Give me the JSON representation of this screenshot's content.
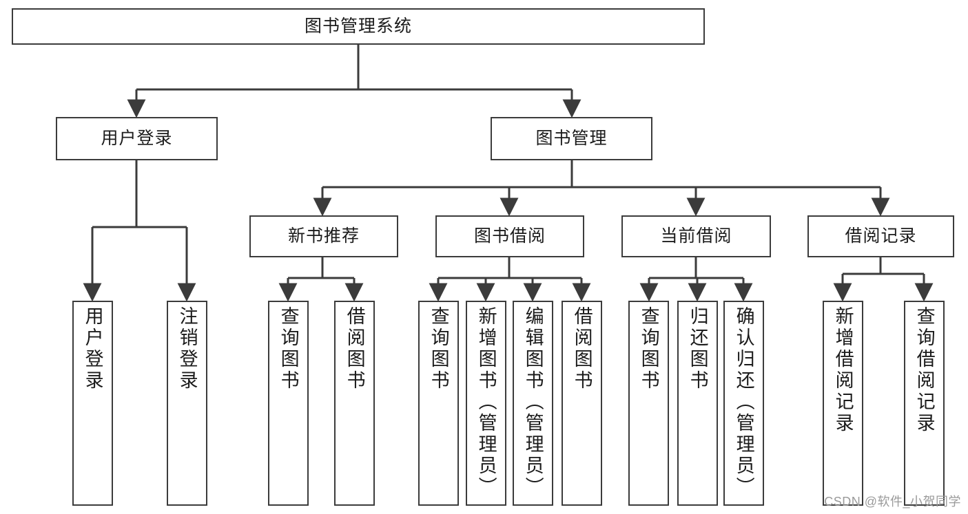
{
  "diagram": {
    "type": "tree-hierarchy-chart",
    "title": "图书管理系统",
    "stroke_color": "#3b3b3b",
    "fill_color": "#ffffff",
    "text_color": "#1b1b1b",
    "levels": [
      {
        "level": 1,
        "nodes": [
          {
            "id": "root",
            "label": "图书管理系统",
            "orientation": "horizontal"
          }
        ]
      },
      {
        "level": 2,
        "nodes": [
          {
            "id": "login",
            "label": "用户登录",
            "orientation": "horizontal",
            "parent": "root"
          },
          {
            "id": "bookmgmt",
            "label": "图书管理",
            "orientation": "horizontal",
            "parent": "root"
          }
        ]
      },
      {
        "level": 3,
        "nodes": [
          {
            "id": "newbook",
            "label": "新书推荐",
            "orientation": "horizontal",
            "parent": "bookmgmt"
          },
          {
            "id": "borrow",
            "label": "图书借阅",
            "orientation": "horizontal",
            "parent": "bookmgmt"
          },
          {
            "id": "current",
            "label": "当前借阅",
            "orientation": "horizontal",
            "parent": "bookmgmt"
          },
          {
            "id": "record",
            "label": "借阅记录",
            "orientation": "horizontal",
            "parent": "bookmgmt"
          }
        ]
      },
      {
        "level": 4,
        "nodes": [
          {
            "id": "leaf-user-login",
            "label": "用户登录",
            "orientation": "vertical",
            "parent": "login"
          },
          {
            "id": "leaf-user-logout",
            "label": "注销登录",
            "orientation": "vertical",
            "parent": "login"
          },
          {
            "id": "leaf-new-query",
            "label": "查询图书",
            "orientation": "vertical",
            "parent": "newbook"
          },
          {
            "id": "leaf-new-borrow",
            "label": "借阅图书",
            "orientation": "vertical",
            "parent": "newbook"
          },
          {
            "id": "leaf-borrow-query",
            "label": "查询图书",
            "orientation": "vertical",
            "parent": "borrow"
          },
          {
            "id": "leaf-borrow-add",
            "label": "新增图书（管理员）",
            "orientation": "vertical",
            "parent": "borrow"
          },
          {
            "id": "leaf-borrow-edit",
            "label": "编辑图书（管理员）",
            "orientation": "vertical",
            "parent": "borrow"
          },
          {
            "id": "leaf-borrow-lend",
            "label": "借阅图书",
            "orientation": "vertical",
            "parent": "borrow"
          },
          {
            "id": "leaf-cur-query",
            "label": "查询图书",
            "orientation": "vertical",
            "parent": "current"
          },
          {
            "id": "leaf-cur-return",
            "label": "归还图书",
            "orientation": "vertical",
            "parent": "current"
          },
          {
            "id": "leaf-cur-confirm",
            "label": "确认归还（管理员）",
            "orientation": "vertical",
            "parent": "current"
          },
          {
            "id": "leaf-rec-add",
            "label": "新增借阅记录",
            "orientation": "vertical",
            "parent": "record"
          },
          {
            "id": "leaf-rec-query",
            "label": "查询借阅记录",
            "orientation": "vertical",
            "parent": "record"
          }
        ]
      }
    ]
  },
  "watermark": {
    "text": "CSDN @软件_小贺同学"
  }
}
